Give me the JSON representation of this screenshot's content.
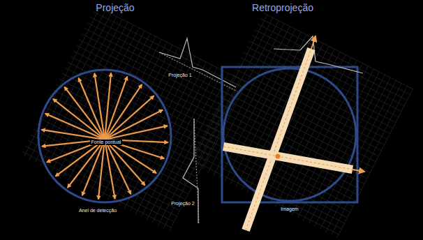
{
  "diagram": {
    "labels": [
      "Projeção",
      "Retroprojeção",
      "Projeção 1",
      "Projeção 2",
      "Fonte pontual",
      "Anel de detecção",
      "Imagem"
    ]
  }
}
